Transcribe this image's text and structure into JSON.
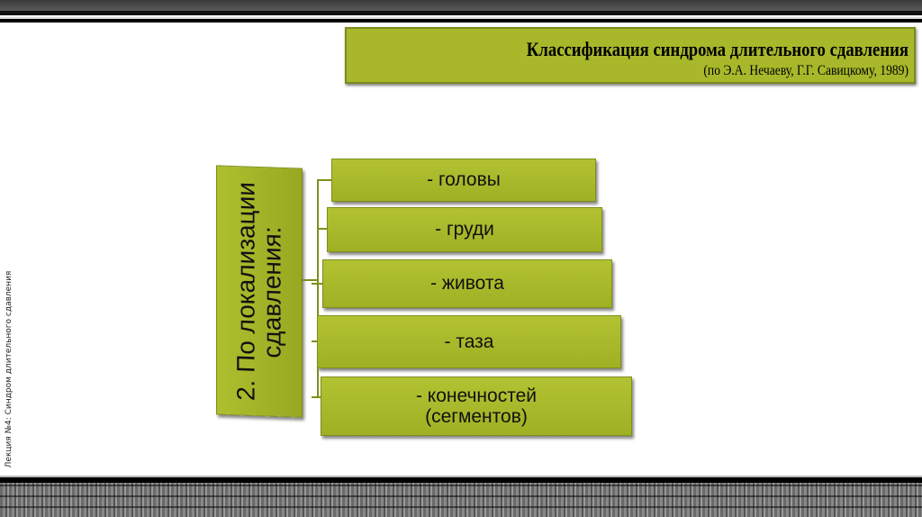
{
  "title": {
    "main": "Классификация синдрома длительного сдавления",
    "sub": "(по Э.А. Нечаеву, Г.Г. Савицкому, 1989)"
  },
  "sidebar_label": "Лекция №4: Синдром длительного сдавления",
  "diagram": {
    "root": "2. По локализации\nсдавления:",
    "items": [
      "- головы",
      "- груди",
      "- живота",
      "- таза",
      "- конечностей\n(сегментов)"
    ]
  },
  "colors": {
    "box": "#a8b82a",
    "border": "#7d8a1e"
  }
}
